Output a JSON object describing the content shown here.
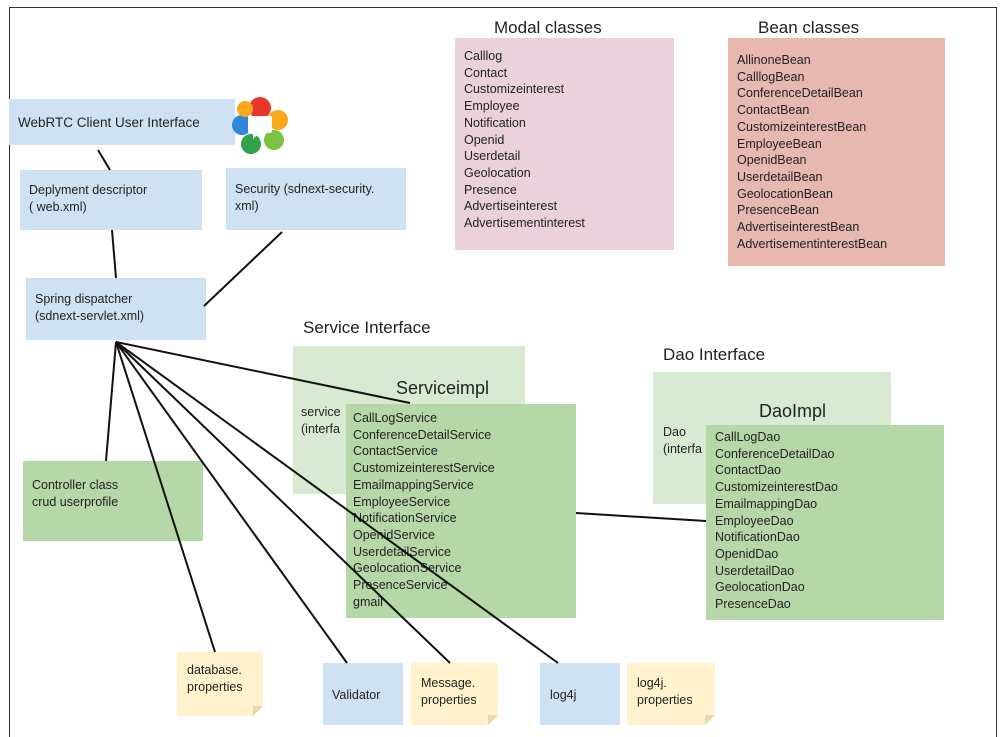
{
  "modal": {
    "title": "Modal classes",
    "items": [
      "Calllog",
      "Contact",
      "Customizeinterest",
      "Employee",
      "Notification",
      "Openid",
      "Userdetail",
      "Geolocation",
      "Presence",
      "Advertiseinterest",
      "Advertisementinterest"
    ]
  },
  "bean": {
    "title": "Bean classes",
    "items": [
      "AllinoneBean",
      "CalllogBean",
      "ConferenceDetailBean",
      "ContactBean",
      "CustomizeinterestBean",
      "EmployeeBean",
      "OpenidBean",
      "UserdetailBean",
      "GeolocationBean",
      "PresenceBean",
      "AdvertiseinterestBean",
      "AdvertisementinterestBean"
    ]
  },
  "webrtc": {
    "label": "WebRTC Client User Interface"
  },
  "deployment": {
    "label": "Deplyment descriptor\n ( web.xml)"
  },
  "security": {
    "label": "Security (sdnext-security.\nxml)"
  },
  "dispatcher": {
    "label": "Spring dispatcher\n(sdnext-servlet.xml)"
  },
  "controller": {
    "label": "Controller class\ncrud userprofile"
  },
  "service": {
    "heading": "Service Interface",
    "back_label": "service\n(interfa",
    "impl_title": "Serviceimpl",
    "items": [
      "CallLogService",
      "ConferenceDetailService",
      "ContactService",
      "CustomizeinterestService",
      "EmailmappingService",
      "EmployeeService",
      "NotificationService",
      "OpenidService",
      "UserdetailService",
      "GeolocationService",
      "PresenceService",
      "gmail"
    ]
  },
  "dao": {
    "heading": "Dao Interface",
    "back_label": "Dao\n(interfa",
    "impl_title": "DaoImpl",
    "items": [
      "CallLogDao",
      "ConferenceDetailDao",
      "ContactDao",
      "CustomizeinterestDao",
      "EmailmappingDao",
      "EmployeeDao",
      "NotificationDao",
      "OpenidDao",
      "UserdetailDao",
      "GeolocationDao",
      "PresenceDao"
    ]
  },
  "notes": {
    "database": "database.\nproperties",
    "validator": "Validator",
    "message": "Message.\nproperties",
    "log4j": "log4j",
    "log4j_props": "log4j.\nproperties"
  },
  "colors": {
    "blue": "#cfe2f3",
    "light_green": "#d9ead3",
    "green": "#b6d7a8",
    "pink": "#ead1dc",
    "salmon": "#e6b8af",
    "note": "#fff2cc"
  },
  "icons": {
    "webrtc_logo": "webrtc-logo-icon"
  }
}
